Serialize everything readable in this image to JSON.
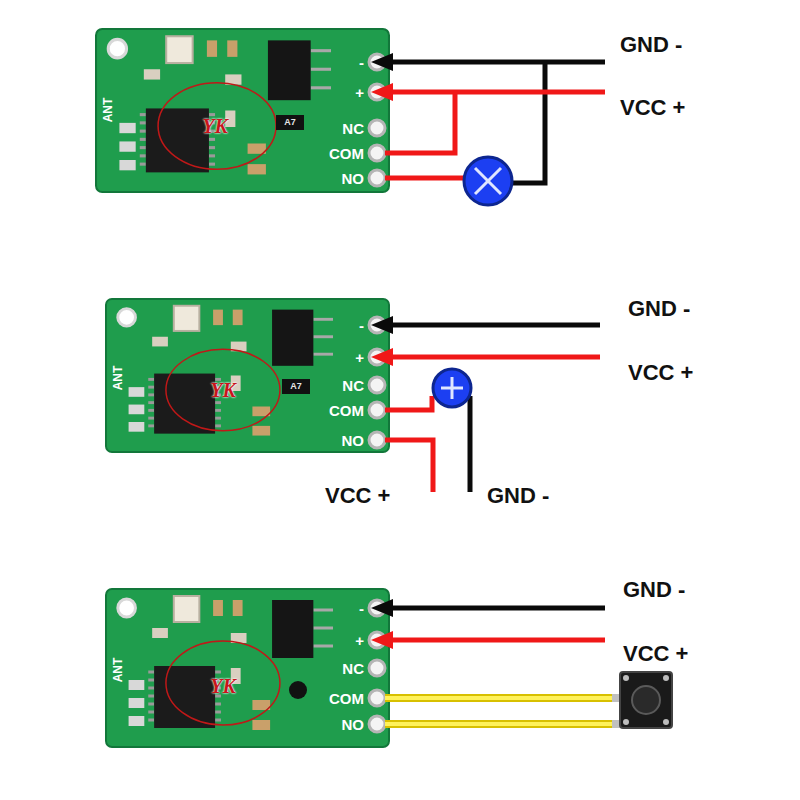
{
  "diagram": {
    "nodes": [
      {
        "text": [
          "ANT",
          "-",
          "+",
          "NC",
          "COM",
          "NO"
        ]
      },
      {
        "text": [
          "ANT",
          "-",
          "+",
          "NC",
          "COM",
          "NO"
        ]
      },
      {
        "text": [
          "ANT",
          "-",
          "+",
          "NC",
          "COM",
          "NO"
        ]
      }
    ],
    "labels": [
      "A7",
      "YK",
      "GND -",
      "VCC +",
      "A7",
      "YK",
      "GND -",
      "VCC +",
      "VCC +",
      "GND -",
      "YK",
      "GND -",
      "VCC +"
    ]
  }
}
